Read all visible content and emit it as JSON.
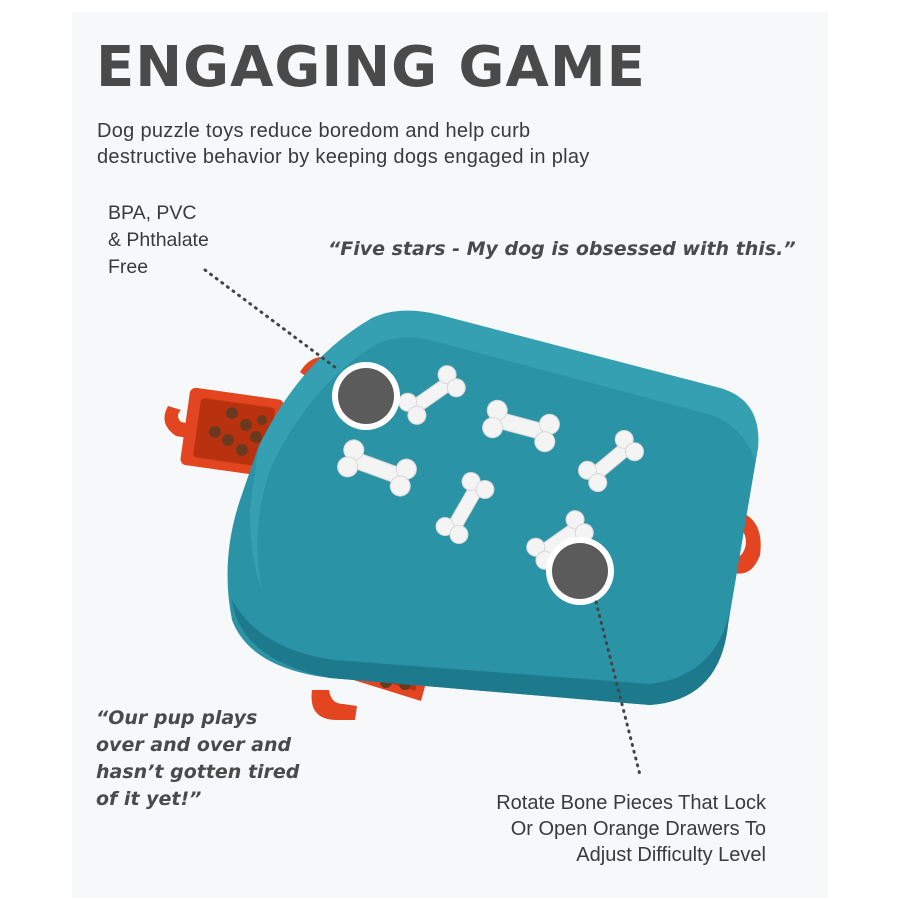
{
  "headline": "ENGAGING GAME",
  "subheadline": {
    "line1": "Dog puzzle toys reduce boredom and help curb",
    "line2": "destructive behavior by keeping dogs engaged in play"
  },
  "callouts": {
    "materials": {
      "line1": "BPA, PVC",
      "line2": "& Phthalate",
      "line3": "Free"
    },
    "difficulty": {
      "line1": "Rotate Bone Pieces That Lock",
      "line2": "Or Open Orange Drawers To",
      "line3": "Adjust Difficulty Level"
    }
  },
  "reviews": {
    "top": "“Five stars - My dog is obsessed with this.”",
    "bottom": {
      "line1": "“Our pup plays",
      "line2": "over and over and",
      "line3": "hasn’t gotten tired",
      "line4": "of it yet!”"
    }
  },
  "colors": {
    "board": "#2b93a6",
    "drawer": "#e2451f",
    "bone": "#f4f4f4",
    "marker": "#5b5b5b",
    "headline": "#4a4a4a"
  }
}
